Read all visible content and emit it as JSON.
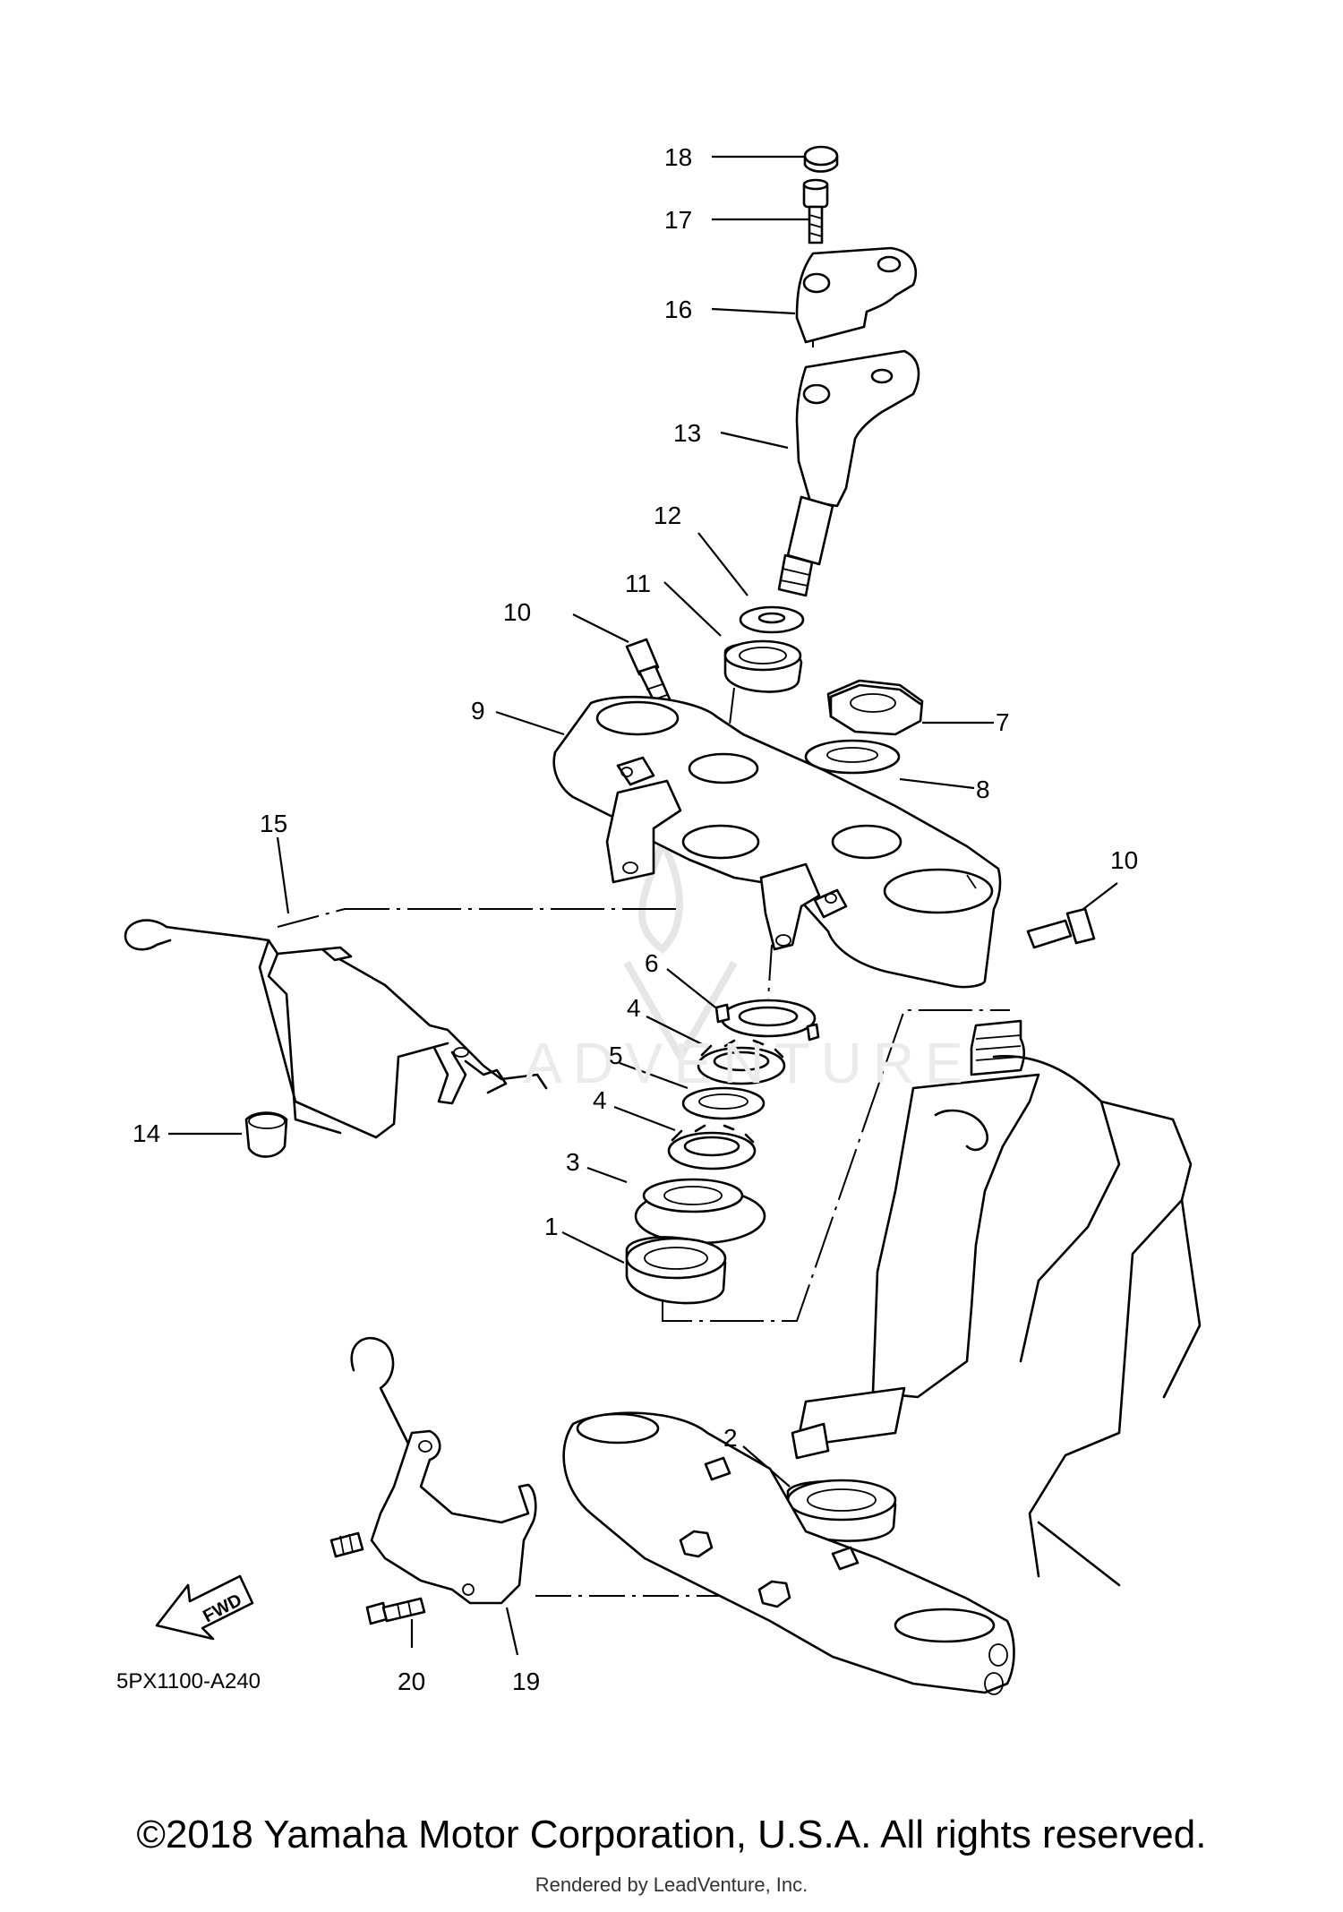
{
  "diagram": {
    "callouts": [
      {
        "id": "c18",
        "text": "18"
      },
      {
        "id": "c17",
        "text": "17"
      },
      {
        "id": "c16",
        "text": "16"
      },
      {
        "id": "c13",
        "text": "13"
      },
      {
        "id": "c12",
        "text": "12"
      },
      {
        "id": "c11",
        "text": "11"
      },
      {
        "id": "c10a",
        "text": "10"
      },
      {
        "id": "c9",
        "text": "9"
      },
      {
        "id": "c7",
        "text": "7"
      },
      {
        "id": "c8",
        "text": "8"
      },
      {
        "id": "c10b",
        "text": "10"
      },
      {
        "id": "c15",
        "text": "15"
      },
      {
        "id": "c6",
        "text": "6"
      },
      {
        "id": "c4a",
        "text": "4"
      },
      {
        "id": "c5",
        "text": "5"
      },
      {
        "id": "c4b",
        "text": "4"
      },
      {
        "id": "c3",
        "text": "3"
      },
      {
        "id": "c1",
        "text": "1"
      },
      {
        "id": "c14",
        "text": "14"
      },
      {
        "id": "c2",
        "text": "2"
      },
      {
        "id": "c20",
        "text": "20"
      },
      {
        "id": "c19",
        "text": "19"
      }
    ],
    "fwd_label": "FWD",
    "diagram_code": "5PX1100-A240",
    "watermark": "ADVENTURE"
  },
  "footer": {
    "copyright": "©2018 Yamaha Motor Corporation, U.S.A. All rights reserved.",
    "rendered_by": "Rendered by LeadVenture, Inc."
  }
}
